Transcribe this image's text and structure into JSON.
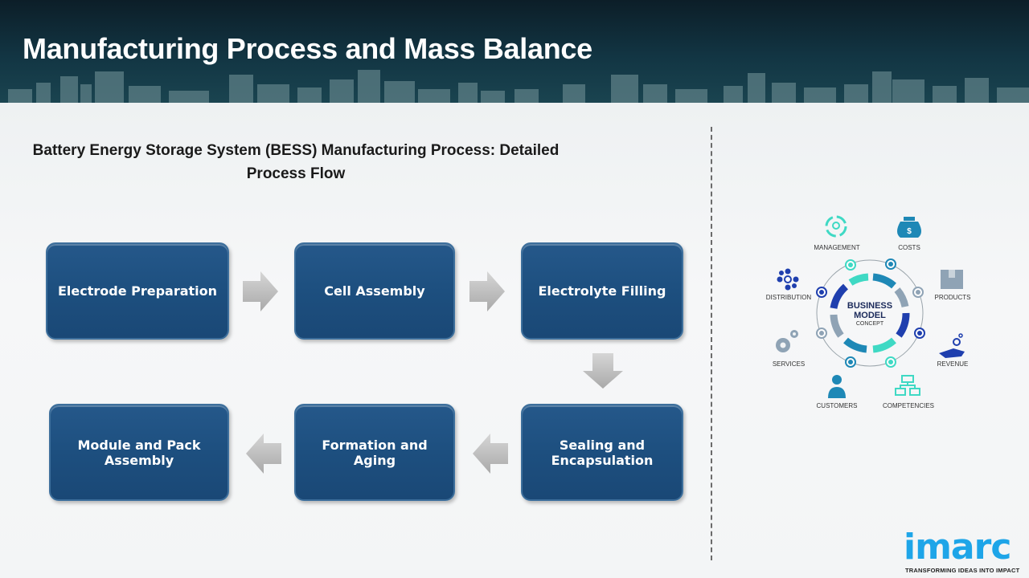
{
  "header": {
    "title": "Manufacturing Process and Mass Balance"
  },
  "diagram": {
    "title": "Battery Energy Storage System (BESS) Manufacturing Process: Detailed Process Flow",
    "title_line1": "Battery Energy Storage System (BESS) Manufacturing Process: Detailed",
    "title_line2": "Process Flow",
    "steps": [
      {
        "label": "Electrode Preparation"
      },
      {
        "label": "Cell Assembly"
      },
      {
        "label": "Electrolyte Filling"
      },
      {
        "label": "Sealing and Encapsulation"
      },
      {
        "label": "Formation and Aging"
      },
      {
        "label": "Module and Pack Assembly"
      }
    ],
    "flow": [
      "right",
      "right",
      "down",
      "left",
      "left"
    ]
  },
  "business_model": {
    "center_line1": "BUSINESS",
    "center_line2": "MODEL",
    "center_line3": "CONCEPT",
    "items": [
      {
        "label": "MANAGEMENT",
        "icon": "lightbulb-cycle-icon"
      },
      {
        "label": "COSTS",
        "icon": "money-bag-icon"
      },
      {
        "label": "PRODUCTS",
        "icon": "box-icon"
      },
      {
        "label": "REVENUE",
        "icon": "hand-coins-icon"
      },
      {
        "label": "COMPETENCIES",
        "icon": "org-chart-icon"
      },
      {
        "label": "CUSTOMERS",
        "icon": "person-icon"
      },
      {
        "label": "SERVICES",
        "icon": "gears-icon"
      },
      {
        "label": "DISTRIBUTION",
        "icon": "network-icon"
      }
    ],
    "colors": {
      "teal": "#3fd9c4",
      "blue": "#1e88b6",
      "navy": "#1f3fae",
      "gray": "#8fa3b5"
    }
  },
  "logo": {
    "name": "imarc",
    "tagline": "TRANSFORMING IDEAS INTO IMPACT",
    "color": "#1ea5e8"
  }
}
